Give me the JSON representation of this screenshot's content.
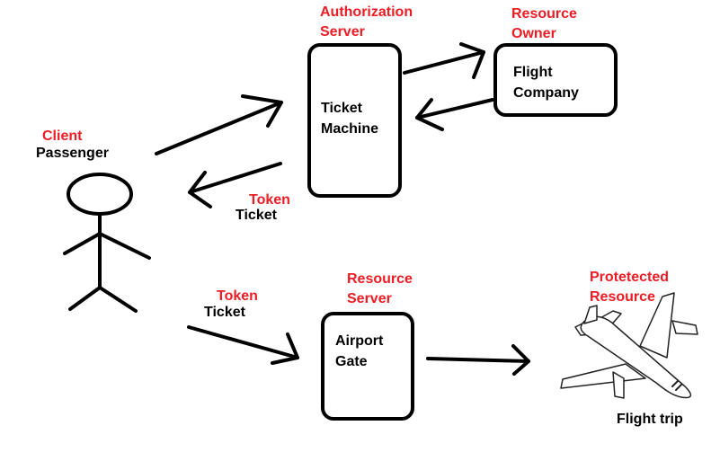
{
  "colors": {
    "role_label": "#ED1C24",
    "text": "#000000",
    "lines": "#000000"
  },
  "client": {
    "role": "Client",
    "name": "Passenger"
  },
  "authorization_server": {
    "role_line1": "Authorization",
    "role_line2": "Server",
    "name_line1": "Ticket",
    "name_line2": "Machine"
  },
  "resource_owner": {
    "role_line1": "Resource",
    "role_line2": "Owner",
    "name_line1": "Flight",
    "name_line2": "Company"
  },
  "token_top": {
    "role": "Token",
    "name": "Ticket"
  },
  "token_bottom": {
    "role": "Token",
    "name": "Ticket"
  },
  "resource_server": {
    "role_line1": "Resource",
    "role_line2": "Server",
    "name_line1": "Airport",
    "name_line2": "Gate"
  },
  "protected_resource": {
    "role_line1": "Protetected",
    "role_line2": "Resource",
    "name": "Flight trip",
    "icon": "airplane-icon"
  },
  "client_icon": "stick-figure-icon"
}
